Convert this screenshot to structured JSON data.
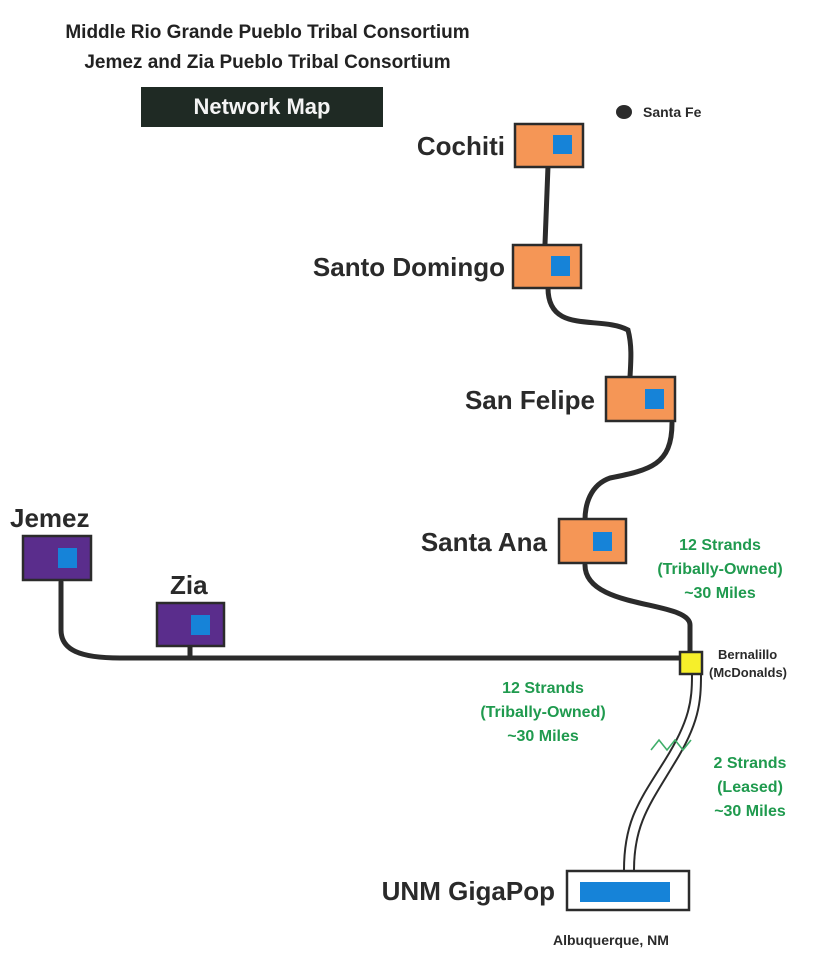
{
  "header": {
    "title_line1": "Middle Rio Grande Pueblo Tribal Consortium",
    "title_line2": "Jemez and Zia Pueblo Tribal Consortium",
    "banner": "Network Map"
  },
  "colors": {
    "pueblo_node": "#f59656",
    "jemez_zia_node": "#5a2d8c",
    "equipment": "#1683d8",
    "junction": "#f6ef2a",
    "cable": "#2b2b2b",
    "annotation_green": "#1f9a4e"
  },
  "nodes": [
    {
      "id": "cochiti",
      "label": "Cochiti",
      "type": "pueblo"
    },
    {
      "id": "santo-domingo",
      "label": "Santo Domingo",
      "type": "pueblo"
    },
    {
      "id": "san-felipe",
      "label": "San Felipe",
      "type": "pueblo"
    },
    {
      "id": "santa-ana",
      "label": "Santa Ana",
      "type": "pueblo"
    },
    {
      "id": "jemez",
      "label": "Jemez",
      "type": "jemez-zia"
    },
    {
      "id": "zia",
      "label": "Zia",
      "type": "jemez-zia"
    },
    {
      "id": "bernalillo",
      "label_line1": "Bernalillo",
      "label_line2": "(McDonalds)",
      "type": "junction"
    },
    {
      "id": "unm-gigapop",
      "label": "UNM GigaPop",
      "sublabel": "Albuquerque, NM",
      "type": "hub"
    }
  ],
  "landmarks": {
    "santa_fe": "Santa Fe"
  },
  "links": [
    {
      "id": "north-segment",
      "line1": "12 Strands",
      "line2": "(Tribally-Owned)",
      "line3": "~30 Miles"
    },
    {
      "id": "west-segment",
      "line1": "12 Strands",
      "line2": "(Tribally-Owned)",
      "line3": "~30 Miles"
    },
    {
      "id": "leased-segment",
      "line1": "2 Strands",
      "line2": "(Leased)",
      "line3": "~30 Miles"
    }
  ]
}
